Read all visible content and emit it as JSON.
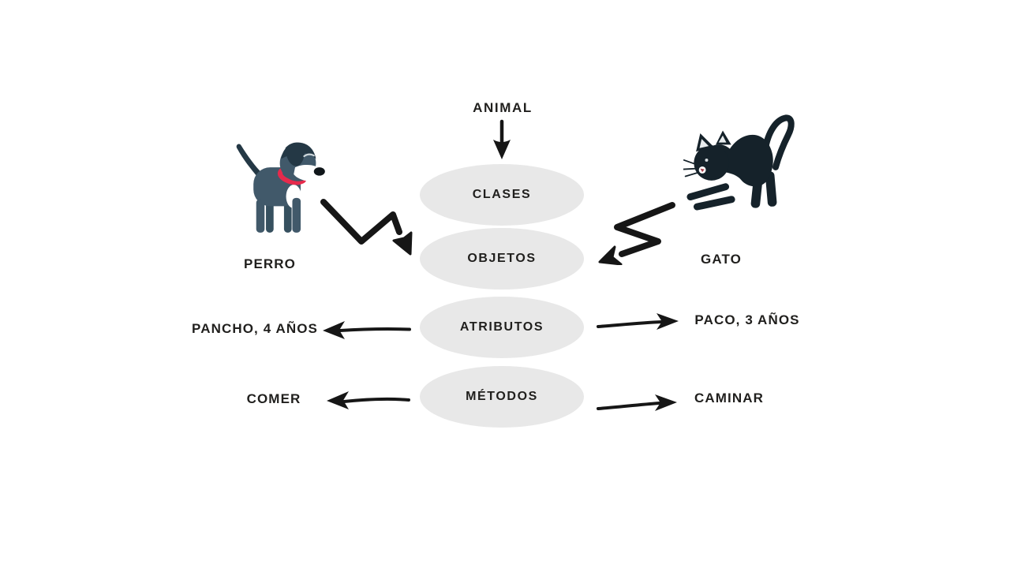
{
  "diagram": {
    "root": {
      "label": "ANIMAL"
    },
    "levels": [
      {
        "id": "clases",
        "label": "CLASES"
      },
      {
        "id": "objetos",
        "label": "OBJETOS"
      },
      {
        "id": "atributos",
        "label": "ATRIBUTOS"
      },
      {
        "id": "metodos",
        "label": "MÉTODOS"
      }
    ],
    "left_example": {
      "name_label": "PERRO",
      "attribute_value": "PANCHO, 4 AÑOS",
      "method_value": "COMER",
      "illustration": "dog-with-red-collar"
    },
    "right_example": {
      "name_label": "GATO",
      "attribute_value": "PACO, 3 AÑOS",
      "method_value": "CAMINAR",
      "illustration": "black-cat-stretching"
    },
    "icons": {
      "down-arrow-icon": "hand-drawn arrow pointing down",
      "zigzag-arrow-left-icon": "hand-drawn zigzag arrow pointing down-right (dog to OBJETOS)",
      "zigzag-arrow-right-icon": "hand-drawn zigzag arrow pointing down-left (cat to OBJETOS)",
      "arrow-left-atributos-icon": "hand-drawn arrow pointing left",
      "arrow-right-atributos-icon": "hand-drawn arrow pointing right",
      "arrow-left-metodos-icon": "hand-drawn arrow pointing left",
      "arrow-right-metodos-icon": "hand-drawn arrow pointing right"
    },
    "colors": {
      "background": "#ffffff",
      "ellipse_fill": "#e8e8e8",
      "text": "#201f1d",
      "arrow": "#161616",
      "dog_body": "#41596a",
      "dog_dark": "#243845",
      "dog_collar": "#e62a4c",
      "cat_body": "#15222a"
    }
  }
}
